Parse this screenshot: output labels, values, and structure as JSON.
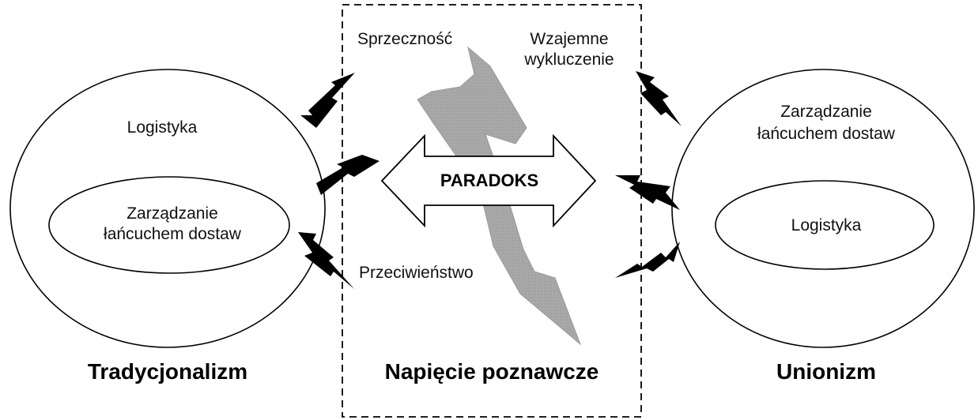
{
  "left": {
    "caption": "Tradycjonalizm",
    "outer_label": "Logistyka",
    "inner_label_line1": "Zarządzanie",
    "inner_label_line2": "łańcuchem dostaw"
  },
  "center": {
    "caption": "Napięcie poznawcze",
    "arrow_label": "PARADOKS",
    "label_top_left": "Sprzeczność",
    "label_top_right_line1": "Wzajemne",
    "label_top_right_line2": "wykluczenie",
    "label_bottom_left": "Przeciwieństwo"
  },
  "right": {
    "caption": "Unionizm",
    "outer_label_line1": "Zarządzanie",
    "outer_label_line2": "łańcuchem dostaw",
    "inner_label": "Logistyka"
  },
  "colors": {
    "bolt_gray": "#a8a8a8",
    "bolt_black": "#000000",
    "stroke": "#000000"
  }
}
